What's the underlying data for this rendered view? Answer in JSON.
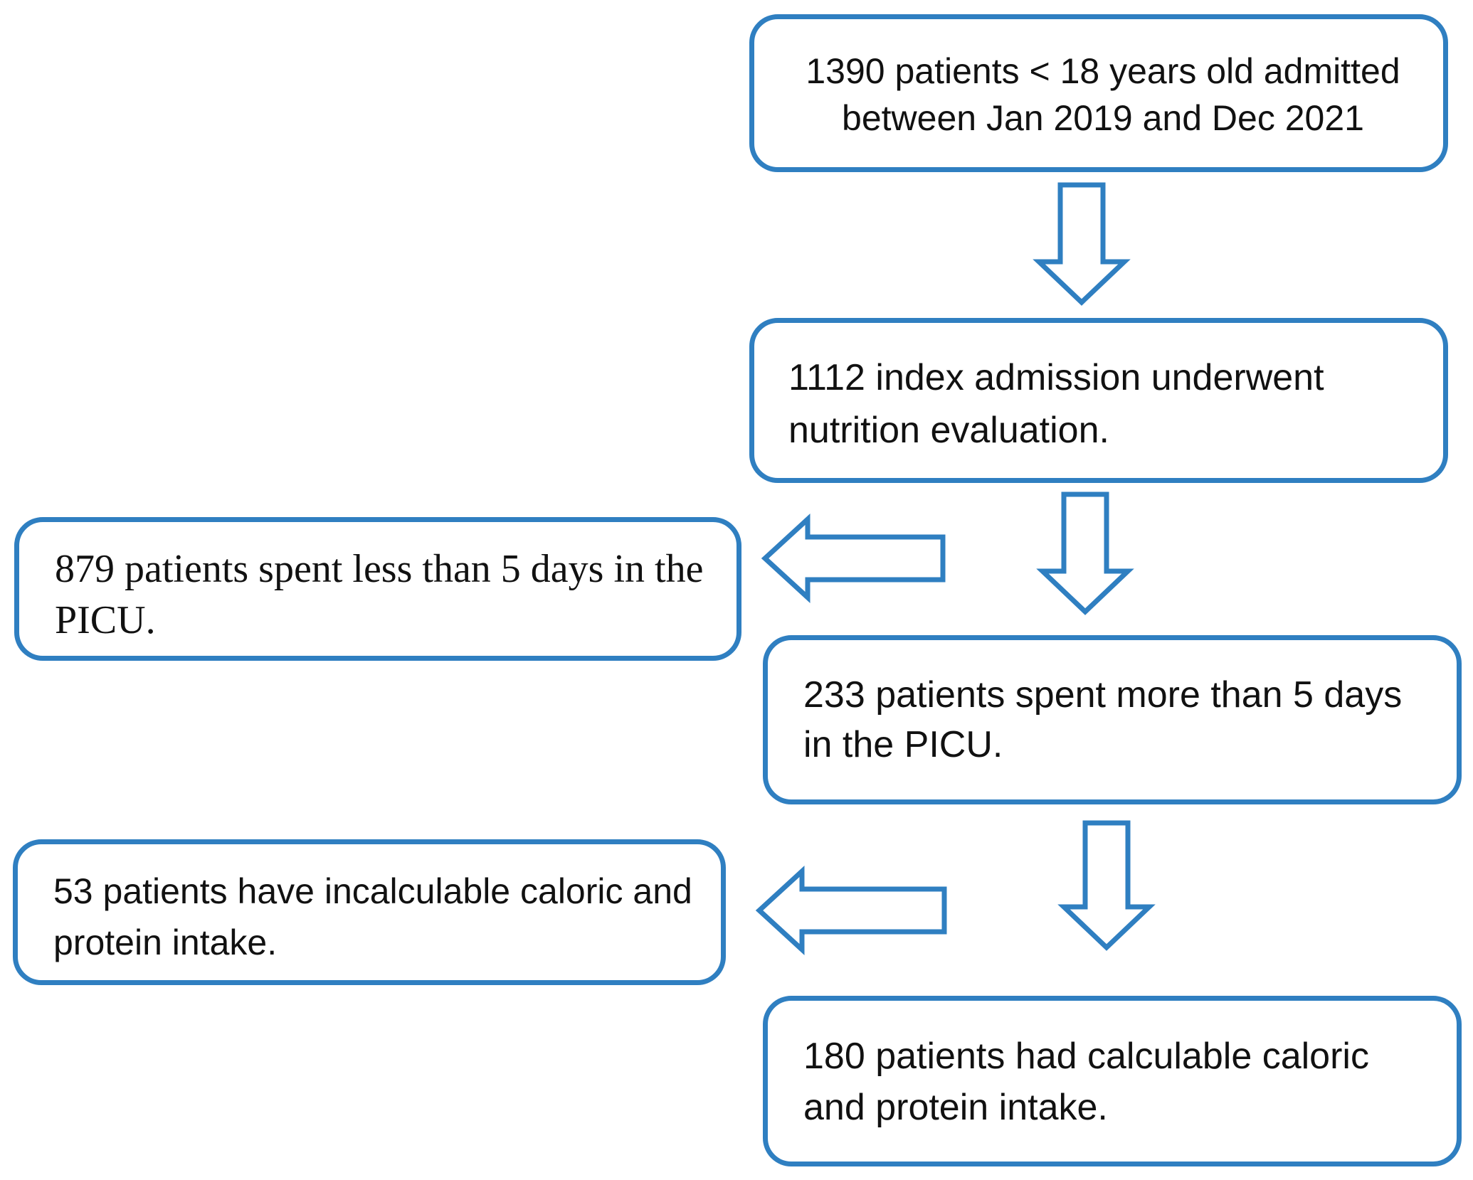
{
  "flowchart": {
    "boxes": {
      "admitted": "1390 patients < 18 years old admitted between Jan 2019 and Dec 2021",
      "evaluated": "1112 index admission underwent nutrition evaluation.",
      "short_stay": "879 patients spent less than 5 days in the PICU.",
      "long_stay": "233 patients spent more than 5 days in the PICU.",
      "incalculable": "53 patients have incalculable caloric and protein intake.",
      "calculable": "180 patients had calculable caloric and protein intake."
    }
  },
  "colors": {
    "border": "#2f7fc1",
    "arrow": "#2f7fc1",
    "text": "#111111"
  },
  "icons": {
    "down": "down-arrow-icon",
    "left": "left-arrow-icon"
  }
}
